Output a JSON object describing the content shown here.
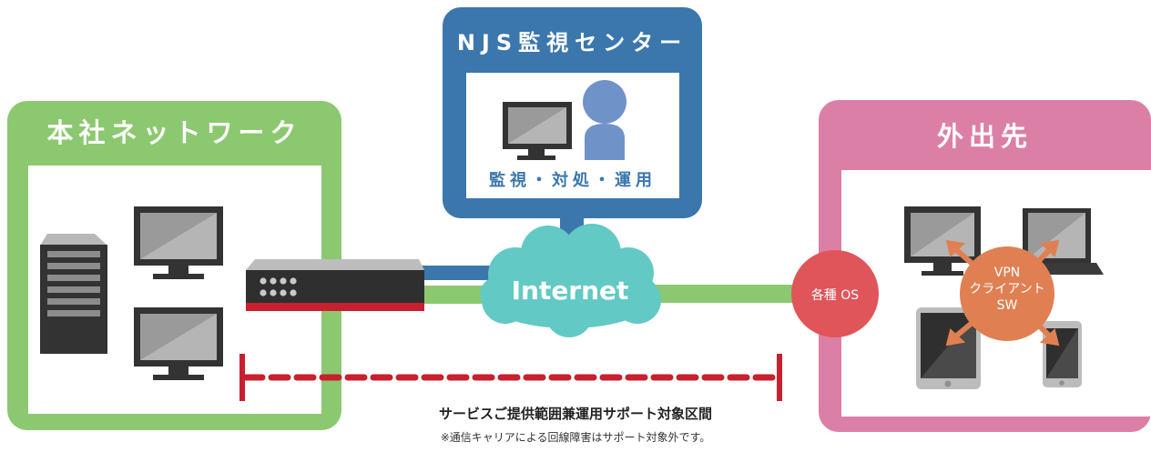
{
  "hq": {
    "title": "本社ネットワーク"
  },
  "njs": {
    "title": "NJS監視センター",
    "subtitle": "監視・対処・運用"
  },
  "remote": {
    "title": "外出先"
  },
  "internet": {
    "label": "Internet"
  },
  "os_badge": {
    "label": "各種 OS"
  },
  "vpn_badge": {
    "line1": "VPN",
    "line2": "クライアント",
    "line3": "SW"
  },
  "support_range": {
    "caption": "サービスご提供範囲兼運用サポート対象区間"
  },
  "note": "※通信キャリアによる回線障害はサポート対象外です。",
  "colors": {
    "hq_green": "#8cc870",
    "njs_blue": "#3b77ad",
    "remote_pink": "#dc7fa6",
    "internet_teal": "#62c9c4",
    "os_red": "#e0555a",
    "vpn_orange": "#e08052",
    "support_red": "#c8202e"
  }
}
